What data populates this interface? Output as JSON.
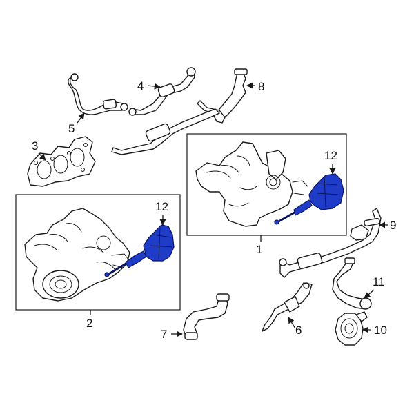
{
  "callouts": {
    "c1": "1",
    "c2": "2",
    "c3": "3",
    "c4": "4",
    "c5": "5",
    "c6": "6",
    "c7": "7",
    "c8": "8",
    "c9": "9",
    "c10": "10",
    "c11": "11",
    "c12a": "12",
    "c12b": "12"
  },
  "colors": {
    "highlight": "#1f3cc8",
    "line": "#1a1a1a",
    "background": "#ffffff"
  }
}
